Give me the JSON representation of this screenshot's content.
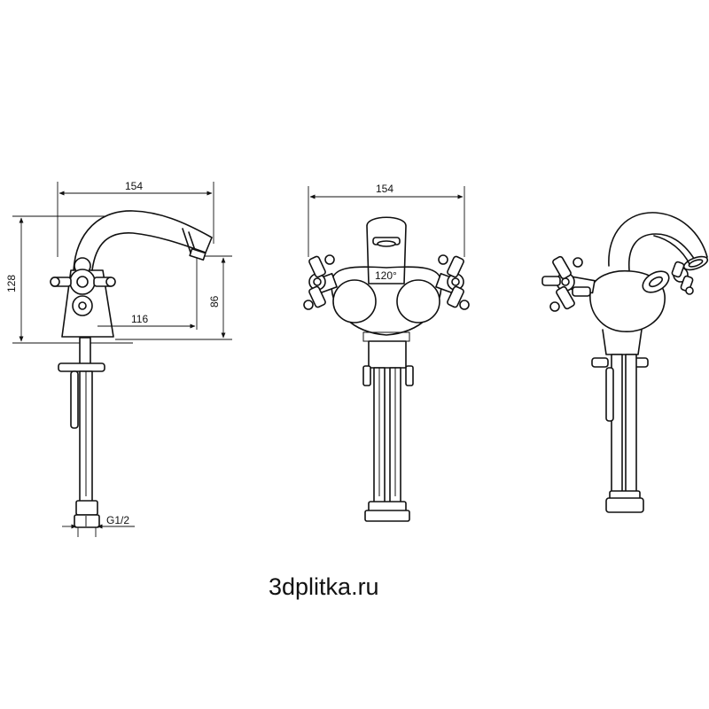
{
  "views": {
    "side": {
      "dim_width": "154",
      "dim_height": "128",
      "dim_reach": "116",
      "dim_spout_height": "86",
      "dim_thread": "G1/2"
    },
    "front": {
      "dim_width": "154",
      "angle": "120°"
    },
    "perspective": {}
  },
  "watermark": "3dplitka.ru"
}
